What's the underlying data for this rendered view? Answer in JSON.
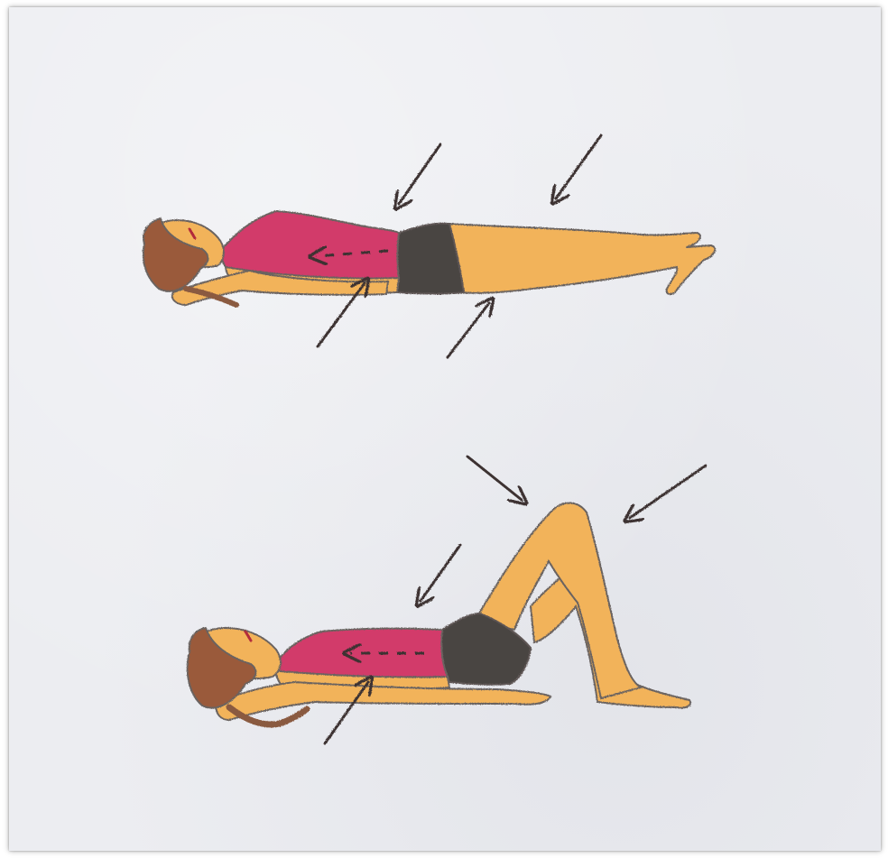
{
  "illustration": {
    "figures": [
      {
        "pose": "lying-flat",
        "arrows": 5
      },
      {
        "pose": "knees-bent",
        "arrows": 4
      }
    ],
    "colors": {
      "paper": "#ecedf1",
      "skin": "#f2b35a",
      "shirt": "#d23a6b",
      "shorts": "#4a4443",
      "hair": "#9a5a3a",
      "outline": "#6b6360",
      "arrow": "#3c3330"
    }
  }
}
